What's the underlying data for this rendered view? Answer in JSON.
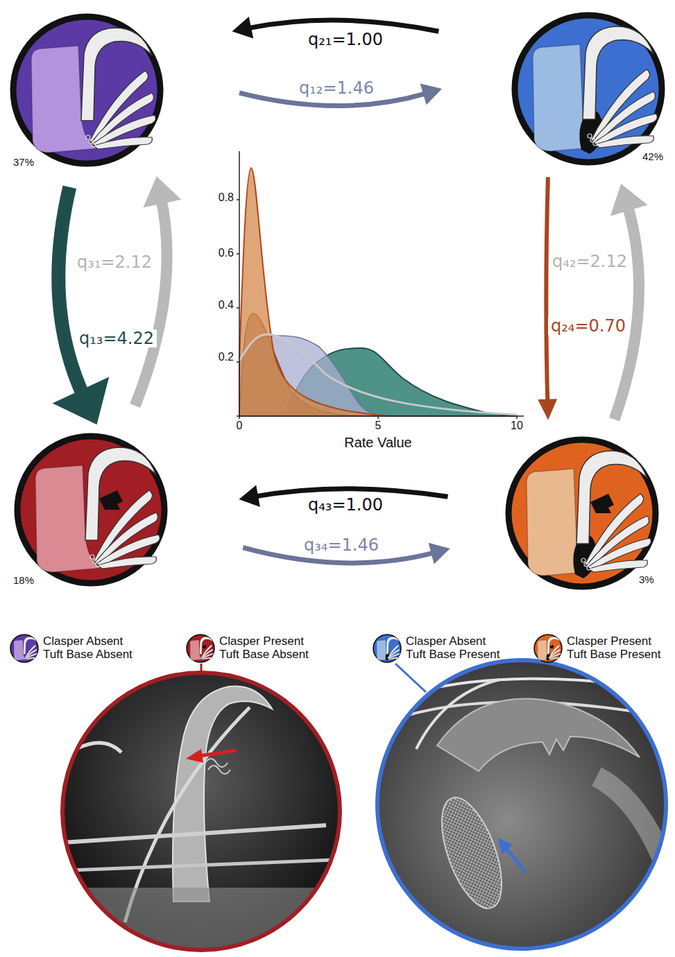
{
  "diagram": {
    "nodes": [
      {
        "text": [
          "37%"
        ]
      },
      {
        "text": [
          "42%"
        ]
      },
      {
        "text": [
          "18%"
        ]
      },
      {
        "text": [
          "3%"
        ]
      }
    ],
    "edges": [
      {
        "from": 1,
        "to": 0,
        "arrow": "to",
        "label": "q₂₁=1.00"
      },
      {
        "from": 0,
        "to": 1,
        "arrow": "to",
        "label": "q₁₂=1.46"
      },
      {
        "from": 2,
        "to": 0,
        "arrow": "to",
        "label": "q₃₁=2.12"
      },
      {
        "from": 0,
        "to": 2,
        "arrow": "to",
        "label": "q₁₃=4.22"
      },
      {
        "from": 3,
        "to": 1,
        "arrow": "to",
        "label": "q₄₂=2.12"
      },
      {
        "from": 1,
        "to": 3,
        "arrow": "to",
        "label": "q₂₄=0.70"
      },
      {
        "from": 3,
        "to": 2,
        "arrow": "to",
        "label": "q₄₃=1.00"
      },
      {
        "from": 2,
        "to": 3,
        "arrow": "to",
        "label": "q₃₄=1.46"
      }
    ],
    "labels": [
      "0.8",
      "0.6",
      "0.4",
      "0.2",
      "0",
      "5",
      "10",
      "Rate Value"
    ],
    "legend": [
      {
        "text": "Clasper Absent Tuft Base Absent",
        "color": "#5b3aa6"
      },
      {
        "text": "Clasper Present Tuft Base Absent",
        "color": "#a11e24"
      },
      {
        "text": "Clasper Absent Tuft Base Present",
        "color": "#3d6fd0"
      },
      {
        "text": "Clasper Present Tuft Base Present",
        "color": "#e0621f"
      }
    ]
  }
}
